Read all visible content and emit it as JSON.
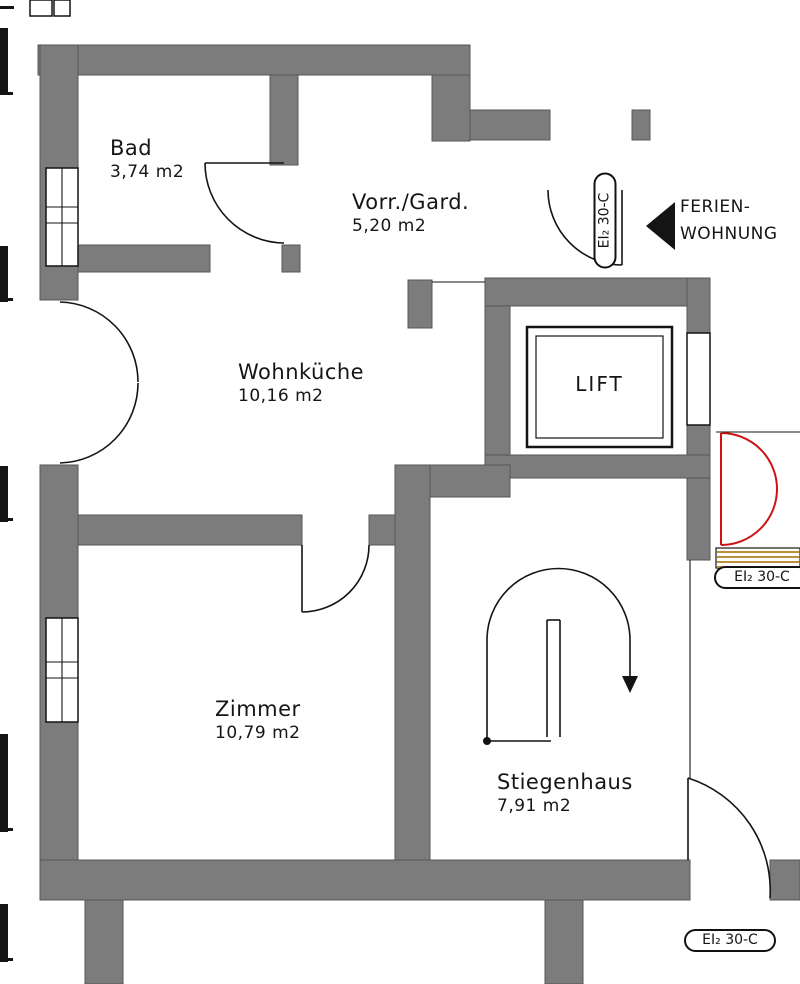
{
  "plan": {
    "rooms": [
      {
        "name": "Bad",
        "area": "3,74 m2"
      },
      {
        "name": "Vorr./Gard.",
        "area": "5,20 m2"
      },
      {
        "name": "Wohnküche",
        "area": "10,16 m2"
      },
      {
        "name": "Zimmer",
        "area": "10,79 m2"
      },
      {
        "name": "Stiegenhaus",
        "area": "7,91 m2"
      }
    ],
    "lift": {
      "label": "LIFT"
    },
    "entrance": {
      "line1": "FERIEN-",
      "line2": "WOHNUNG"
    },
    "fire_door_label": "EI₂ 30-C",
    "colors": {
      "wall": "#7c7c7c",
      "line": "#141414",
      "door_red": "#cc1414",
      "threshold": "#bb8f3c",
      "background": "#ffffff"
    }
  }
}
